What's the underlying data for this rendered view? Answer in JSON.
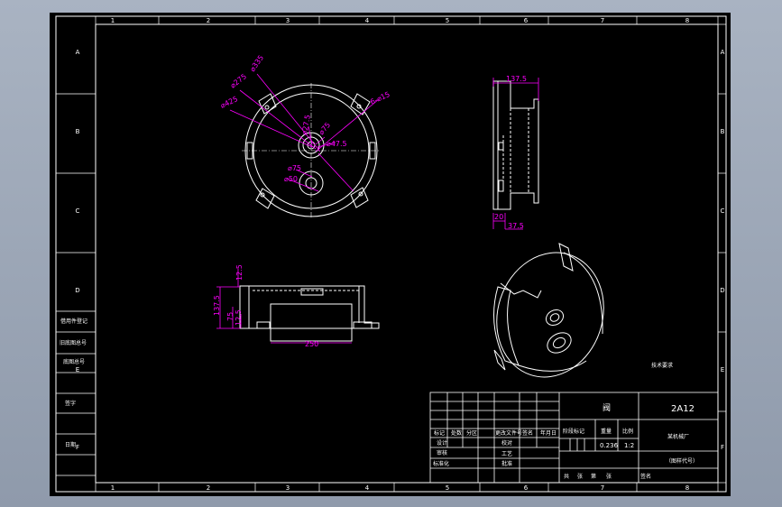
{
  "drawing": {
    "colors": {
      "background_outer": "#a2acba",
      "paper": "#000000",
      "line": "#ffffff",
      "dimension": "#ff00ff"
    },
    "column_numbers": [
      "1",
      "2",
      "3",
      "4",
      "5",
      "6",
      "7",
      "8"
    ],
    "row_letters": [
      "A",
      "B",
      "C",
      "D",
      "E",
      "F"
    ],
    "left_strip_labels": [
      "借用件登记",
      "旧底图总号",
      "底图总号",
      "签字",
      "日期"
    ],
    "front_view_dims": [
      "⌀335",
      "⌀275",
      "⌀425",
      "⌀27.5",
      "⌀75",
      "⌀47.5",
      "⌀75",
      "⌀50",
      "6-⌀15"
    ],
    "side_view_dims": [
      "137.5",
      "20",
      "37.5"
    ],
    "top_view_dims": [
      "12.5",
      "137.5",
      "75",
      "12.5",
      "250"
    ],
    "title_block": {
      "material": "2A12",
      "part_name": "阀",
      "weight": "0.236",
      "scale": "1:2",
      "header_cells": [
        "标记",
        "处数",
        "分区",
        "更改文件号",
        "签名",
        "年月日"
      ],
      "role_cells": [
        "设计",
        "校对",
        "审核",
        "工艺",
        "标准化",
        "批准"
      ],
      "stage_cells": [
        "阶段标记",
        "重量",
        "比例"
      ],
      "bottom_cells": [
        "共",
        "张",
        "第",
        "张"
      ],
      "company": "某机械厂",
      "drawing_no": "（图样代号）",
      "signature_label": "签名"
    },
    "tech_note": "技术要求"
  }
}
